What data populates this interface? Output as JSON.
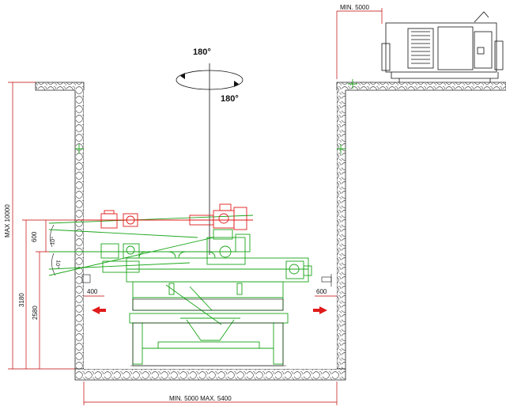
{
  "drawing": {
    "rotation": {
      "top_label": "180°",
      "side_label": "180°"
    },
    "dimensions": {
      "top_min": "MIN. 5000",
      "height_max": "MAX 10000",
      "left_3180": "3180",
      "left_2580": "2580",
      "left_600": "600",
      "angle_10a": "10°",
      "angle_10b": "10°",
      "clear_left": "400",
      "clear_right": "600",
      "bottom_width": "MIN. 5000 MAX. 5400"
    },
    "colors": {
      "dimension": "#c00000",
      "machine_green": "#1aa61a",
      "machine_red": "#e01a1a",
      "outline": "#111111"
    }
  }
}
